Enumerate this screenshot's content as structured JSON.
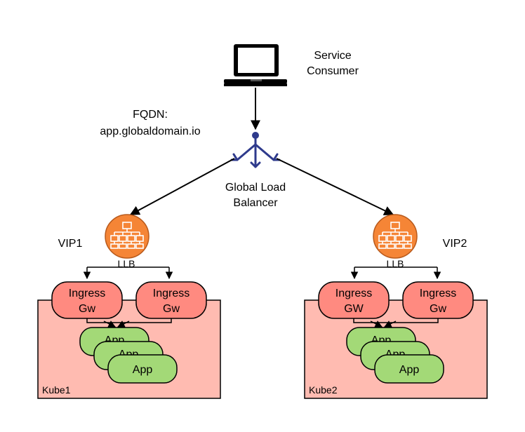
{
  "consumer": {
    "label_line1": "Service",
    "label_line2": "Consumer",
    "icon": "laptop-icon"
  },
  "fqdn": {
    "line1": "FQDN:",
    "line2": "app.globaldomain.io"
  },
  "glb": {
    "label_line1": "Global Load",
    "label_line2": "Balancer",
    "icon": "global-load-balancer-icon"
  },
  "left": {
    "vip": "VIP1",
    "llb": "LLB",
    "gw1": {
      "line1": "Ingress",
      "line2": "Gw"
    },
    "gw2": {
      "line1": "Ingress",
      "line2": "Gw"
    },
    "apps": [
      "App",
      "App",
      "App"
    ],
    "cluster": "Kube1"
  },
  "right": {
    "vip": "VIP2",
    "llb": "LLB",
    "gw1": {
      "line1": "Ingress",
      "line2": "GW"
    },
    "gw2": {
      "line1": "Ingress",
      "line2": "Gw"
    },
    "apps": [
      "App",
      "App",
      "App"
    ],
    "cluster": "Kube2"
  },
  "colors": {
    "cluster_fill": "#ffbbb1",
    "gateway_fill": "#ff8a80",
    "app_fill": "#a3d977",
    "llb_fill": "#f58536",
    "glb_color": "#2e3a8c"
  }
}
